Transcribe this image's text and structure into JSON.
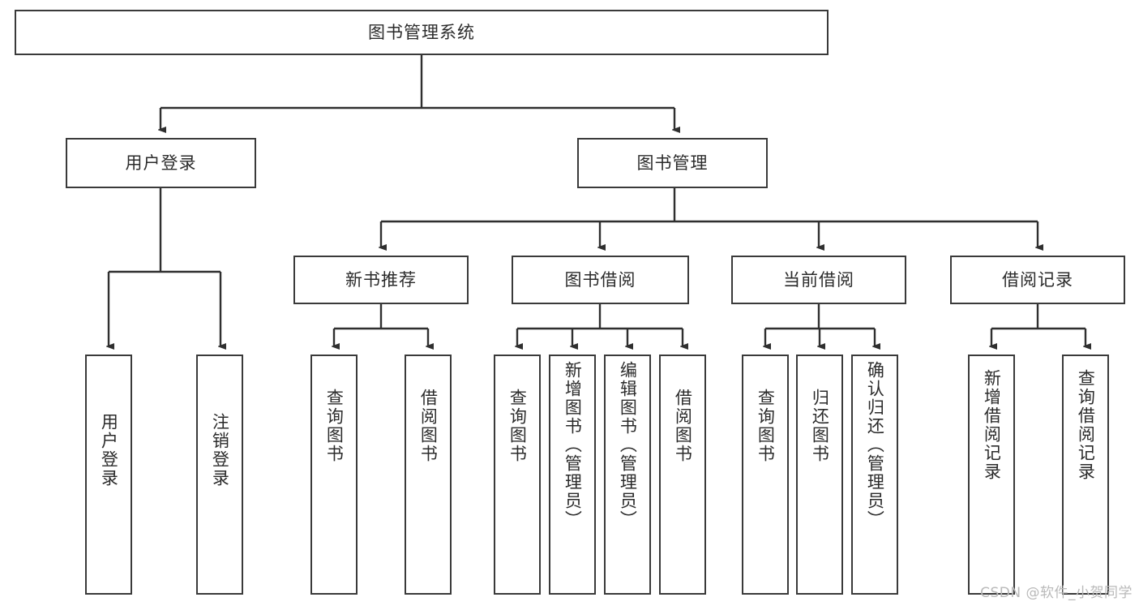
{
  "diagram": {
    "title": "图书管理系统",
    "type": "tree-hierarchy",
    "orientation": "top-down",
    "colors": {
      "box_border": "#3a3a3a",
      "box_fill": "#ffffff",
      "text": "#2b2b2b",
      "edge": "#2f2f2f",
      "watermark": "#b9b9b9",
      "background": "#ffffff"
    },
    "levels": {
      "root": "图书管理系统",
      "level2": [
        "用户登录",
        "图书管理"
      ],
      "level3": [
        "新书推荐",
        "图书借阅",
        "当前借阅",
        "借阅记录"
      ]
    }
  },
  "nodes": {
    "root": {
      "label": "图书管理系统"
    },
    "user_login": {
      "label": "用户登录"
    },
    "book_manage": {
      "label": "图书管理"
    },
    "new_book_rec": {
      "label": "新书推荐"
    },
    "book_borrow": {
      "label": "图书借阅"
    },
    "current_borrow": {
      "label": "当前借阅"
    },
    "borrow_record": {
      "label": "借阅记录"
    },
    "leaf_user_login": {
      "label": "用户登录"
    },
    "leaf_logout": {
      "label": "注销登录"
    },
    "leaf_query_book_1": {
      "label": "查询图书"
    },
    "leaf_borrow_book_1": {
      "label": "借阅图书"
    },
    "leaf_query_book_2": {
      "label": "查询图书"
    },
    "leaf_add_book_admin": {
      "label": "新增图书（管理员）"
    },
    "leaf_edit_book_admin": {
      "label": "编辑图书（管理员）"
    },
    "leaf_borrow_book_2": {
      "label": "借阅图书"
    },
    "leaf_query_book_3": {
      "label": "查询图书"
    },
    "leaf_return_book": {
      "label": "归还图书"
    },
    "leaf_confirm_return_admin": {
      "label": "确认归还（管理员）"
    },
    "leaf_add_borrow_record": {
      "label": "新增借阅记录"
    },
    "leaf_query_borrow_record": {
      "label": "查询借阅记录"
    }
  },
  "edges": [
    {
      "from": "root",
      "to": "用户登录"
    },
    {
      "from": "root",
      "to": "图书管理"
    },
    {
      "from": "用户登录",
      "to": "用户登录(叶)"
    },
    {
      "from": "用户登录",
      "to": "注销登录"
    },
    {
      "from": "图书管理",
      "to": "新书推荐"
    },
    {
      "from": "图书管理",
      "to": "图书借阅"
    },
    {
      "from": "图书管理",
      "to": "当前借阅"
    },
    {
      "from": "图书管理",
      "to": "借阅记录"
    },
    {
      "from": "新书推荐",
      "to": "查询图书"
    },
    {
      "from": "新书推荐",
      "to": "借阅图书"
    },
    {
      "from": "图书借阅",
      "to": "查询图书"
    },
    {
      "from": "图书借阅",
      "to": "新增图书（管理员）"
    },
    {
      "from": "图书借阅",
      "to": "编辑图书（管理员）"
    },
    {
      "from": "图书借阅",
      "to": "借阅图书"
    },
    {
      "from": "当前借阅",
      "to": "查询图书"
    },
    {
      "from": "当前借阅",
      "to": "归还图书"
    },
    {
      "from": "当前借阅",
      "to": "确认归还（管理员）"
    },
    {
      "from": "借阅记录",
      "to": "新增借阅记录"
    },
    {
      "from": "借阅记录",
      "to": "查询借阅记录"
    }
  ],
  "watermark": {
    "text": "CSDN @软件_小贺同学"
  }
}
